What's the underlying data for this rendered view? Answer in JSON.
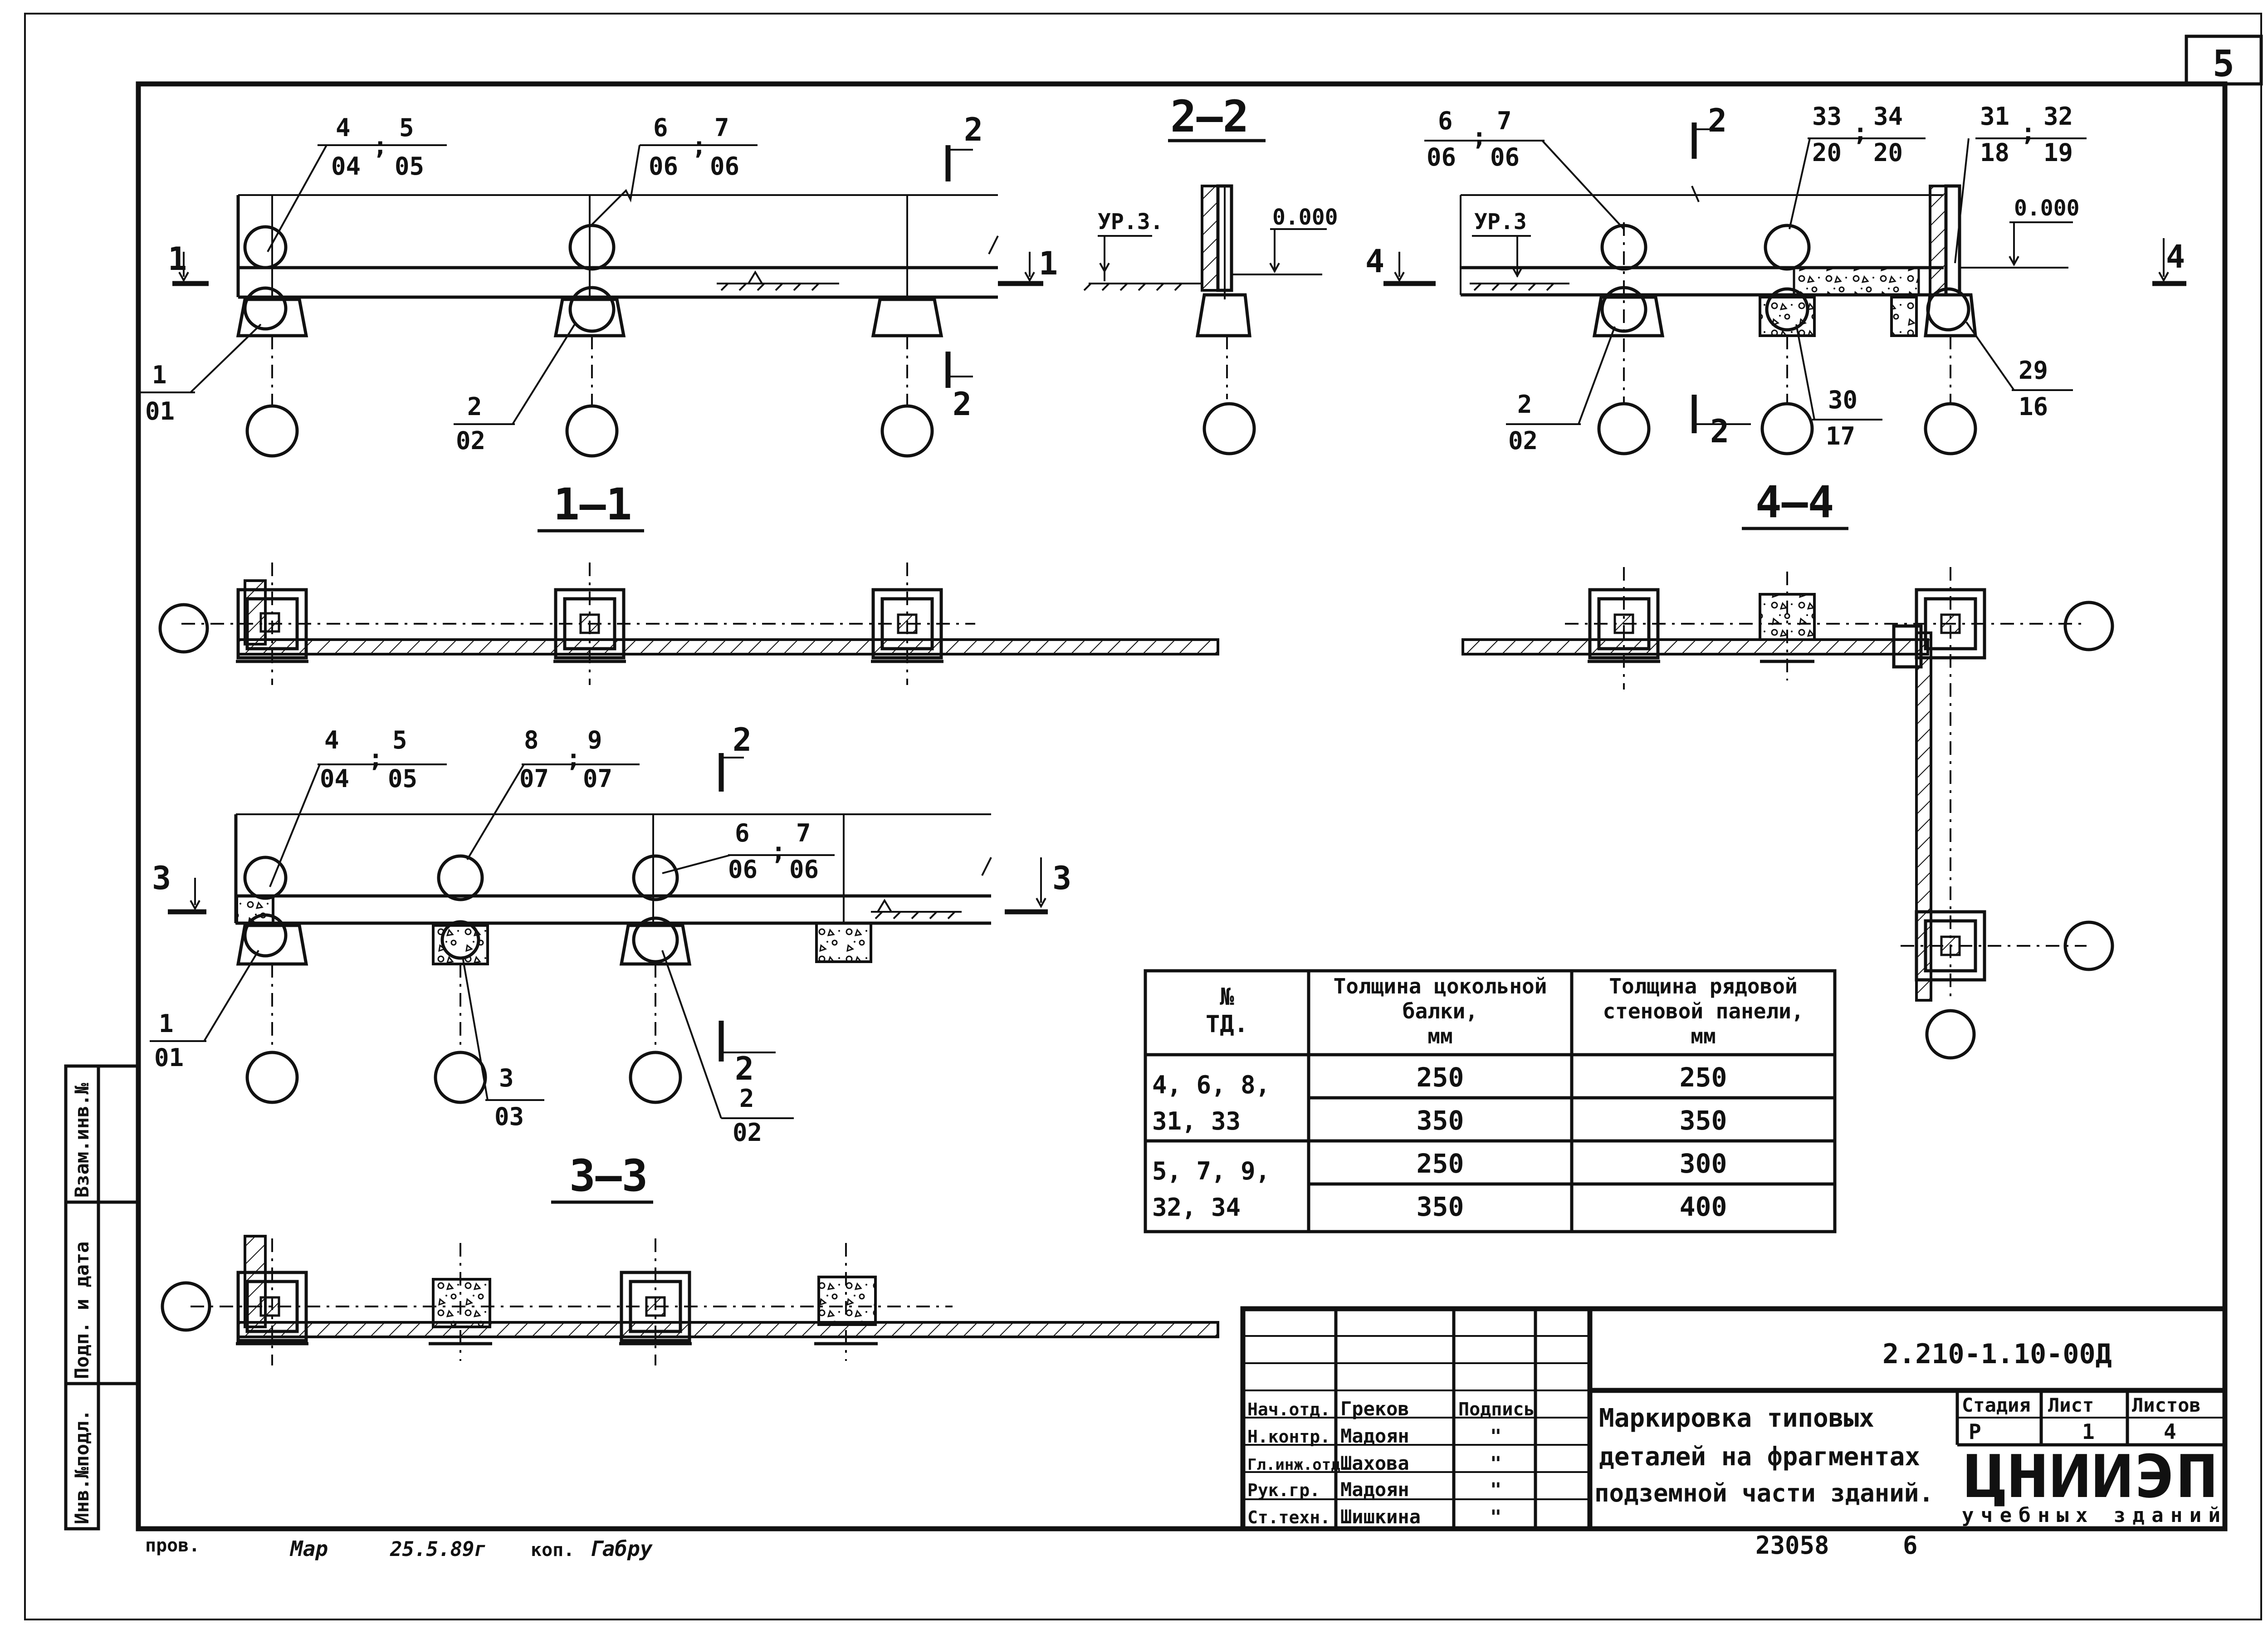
{
  "sheet_number": "5",
  "sections": {
    "s11": "1–1",
    "s22": "2–2",
    "s33": "3–3",
    "s44": "4–4"
  },
  "cut_marks": {
    "m1": "1",
    "m2": "2",
    "m3": "3",
    "m4": "4"
  },
  "levels": {
    "ur3": "УР.3.",
    "ur3b": "УР.3",
    "zero": "0.000"
  },
  "callouts": {
    "c4": "4",
    "c04": "04",
    "c5": "5",
    "c05": "05",
    "c6": "6",
    "c06": "06",
    "c7": "7",
    "c8": "8",
    "c07": "07",
    "c9": "9",
    "c1": "1",
    "c01": "01",
    "c2": "2",
    "c02": "02",
    "c3": "3",
    "c03": "03",
    "c33": "33",
    "c20": "20",
    "c34": "34",
    "c31": "31",
    "c18": "18",
    "c32": "32",
    "c19": "19",
    "c30": "30",
    "c17": "17",
    "c29": "29",
    "c16": "16"
  },
  "table": {
    "headers": [
      "№ ТД.",
      "Толщина цокольной балки, мм",
      "Толщина рядовой стеновой панели, мм"
    ],
    "groups": [
      {
        "td": "4, 6, 8, 31, 33",
        "rows": [
          [
            "250",
            "250"
          ],
          [
            "350",
            "350"
          ]
        ]
      },
      {
        "td": "5, 7, 9, 32, 34",
        "rows": [
          [
            "250",
            "300"
          ],
          [
            "350",
            "400"
          ]
        ]
      }
    ]
  },
  "title_block": {
    "code": "2.210-1.10-00Д",
    "title_l1": "Маркировка типовых",
    "title_l2": "деталей на фрагментах",
    "title_l3": "подземной части зданий.",
    "stage_h": "Стадия",
    "sheet_h": "Лист",
    "sheets_h": "Листов",
    "stage": "Р",
    "sheet": "1",
    "sheets": "4",
    "org": "ЦНИИЭП",
    "org_sub": "учебных зданий",
    "roles": [
      "Нач.отд.",
      "Н.контр.",
      "Гл.инж.отд.",
      "Рук.гр.",
      "Ст.техн."
    ],
    "names": [
      "Греков",
      "Мадоян",
      "Шахова",
      "Мадоян",
      "Шишкина"
    ],
    "sig_h": "Подпись",
    "sig_marks": [
      "\"",
      "\"",
      "\"",
      "\""
    ]
  },
  "side_stamp": {
    "inv_pod": "Инв.№подл.",
    "podp": "Подп. и дата",
    "vzam": "Взам.инв.№"
  },
  "bottom": {
    "prov": "пров.",
    "sign1": "Мар",
    "date": "25.5.89г",
    "kop": "коп.",
    "sign2": "Габру",
    "inv_number": "23058",
    "format": "6"
  }
}
